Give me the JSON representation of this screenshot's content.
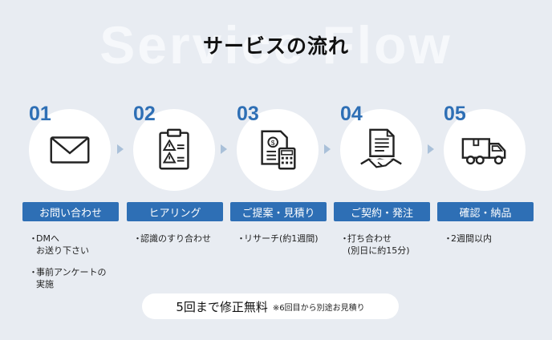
{
  "header": {
    "background_text": "Service Flow",
    "title": "サービスの流れ"
  },
  "colors": {
    "accent": "#2e6fb5",
    "background": "#e8ecf2",
    "arrow": "#a9c0d9"
  },
  "steps": [
    {
      "number": "01",
      "icon": "envelope-icon",
      "label": "お問い合わせ",
      "items": [
        "DMへ\nお送り下さい",
        "事前アンケートの\n実施"
      ]
    },
    {
      "number": "02",
      "icon": "clipboard-warning-icon",
      "label": "ヒアリング",
      "items": [
        "認識のすり合わせ"
      ]
    },
    {
      "number": "03",
      "icon": "document-calculator-icon",
      "label": "ご提案・見積り",
      "items": [
        "リサーチ(約1週間)"
      ]
    },
    {
      "number": "04",
      "icon": "contract-handshake-icon",
      "label": "ご契約・発注",
      "items": [
        "打ち合わせ\n(別日に約15分)"
      ]
    },
    {
      "number": "05",
      "icon": "delivery-truck-icon",
      "label": "確認・納品",
      "items": [
        "2週間以内"
      ]
    }
  ],
  "bullet": "・",
  "note": {
    "main": "5回まで修正無料",
    "sub": "※6回目から別途お見積り"
  }
}
